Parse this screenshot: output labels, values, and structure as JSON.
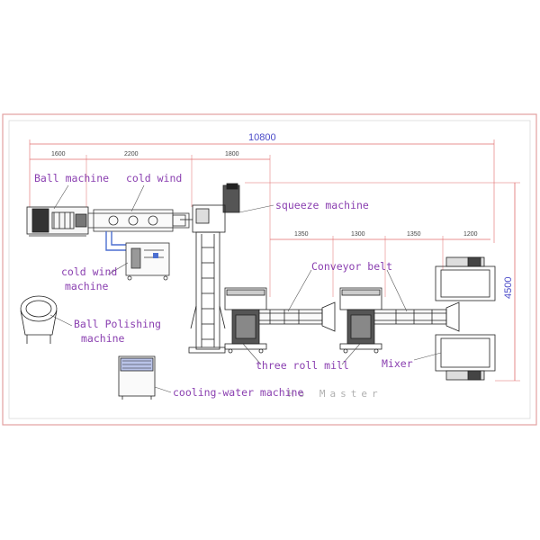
{
  "dimensions": {
    "total_length": "10800",
    "total_width": "4500",
    "d1": "1600",
    "d2": "2200",
    "d3": "1800",
    "d4": "1350",
    "d5": "1300",
    "d6": "1350",
    "d7": "1200"
  },
  "labels": {
    "ball_machine": "Ball machine",
    "cold_wind": "cold wind",
    "squeeze_machine": "squeeze machine",
    "cold_wind_machine_1": "cold wind",
    "cold_wind_machine_2": "machine",
    "conveyor_belt": "Conveyor belt",
    "ball_polishing_1": "Ball Polishing",
    "ball_polishing_2": "machine",
    "three_roll_mill": "three roll mill",
    "mixer": "Mixer",
    "cooling_water_machine": "cooling-water machine"
  },
  "watermark": "Ho Master"
}
